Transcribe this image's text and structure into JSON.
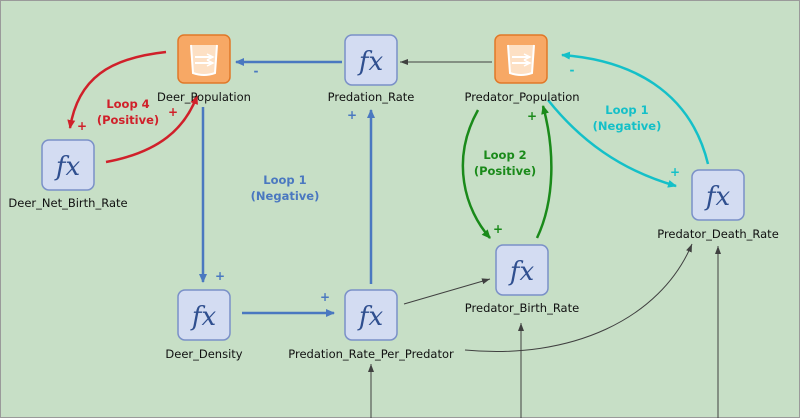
{
  "nodes": {
    "deer_population": {
      "label": "Deer_Population",
      "kind": "stock",
      "icon": "stock-icon"
    },
    "predation_rate": {
      "label": "Predation_Rate",
      "kind": "converter",
      "icon": "fx-icon"
    },
    "predator_population": {
      "label": "Predator_Population",
      "kind": "stock",
      "icon": "stock-icon"
    },
    "deer_net_birth_rate": {
      "label": "Deer_Net_Birth_Rate",
      "kind": "converter",
      "icon": "fx-icon"
    },
    "predator_death_rate": {
      "label": "Predator_Death_Rate",
      "kind": "converter",
      "icon": "fx-icon"
    },
    "predator_birth_rate": {
      "label": "Predator_Birth_Rate",
      "kind": "converter",
      "icon": "fx-icon"
    },
    "deer_density": {
      "label": "Deer_Density",
      "kind": "converter",
      "icon": "fx-icon"
    },
    "predation_rate_per_predator": {
      "label": "Predation_Rate_Per_Predator",
      "kind": "converter",
      "icon": "fx-icon"
    }
  },
  "loops": {
    "loop4": {
      "title": "Loop 4",
      "polarity": "(Positive)",
      "color": "#d0202a"
    },
    "loop1_left": {
      "title": "Loop 1",
      "polarity": "(Negative)",
      "color": "#4a78c0"
    },
    "loop2": {
      "title": "Loop 2",
      "polarity": "(Positive)",
      "color": "#1a8a1a"
    },
    "loop1_right": {
      "title": "Loop 1",
      "polarity": "(Negative)",
      "color": "#14c0c8"
    }
  },
  "signs": {
    "plus": "+",
    "minus": "-"
  },
  "colors": {
    "background": "#c7dfc6",
    "stock_fill": "#f7a865",
    "stock_border": "#e07828",
    "converter_fill": "#d3dcf2",
    "converter_border": "#7a90c8",
    "fx_text": "#2f4f8f",
    "blue_link": "#4a78c0",
    "red_link": "#d0202a",
    "green_link": "#1a8a1a",
    "cyan_link": "#14c0c8",
    "plain_link": "#404040"
  }
}
